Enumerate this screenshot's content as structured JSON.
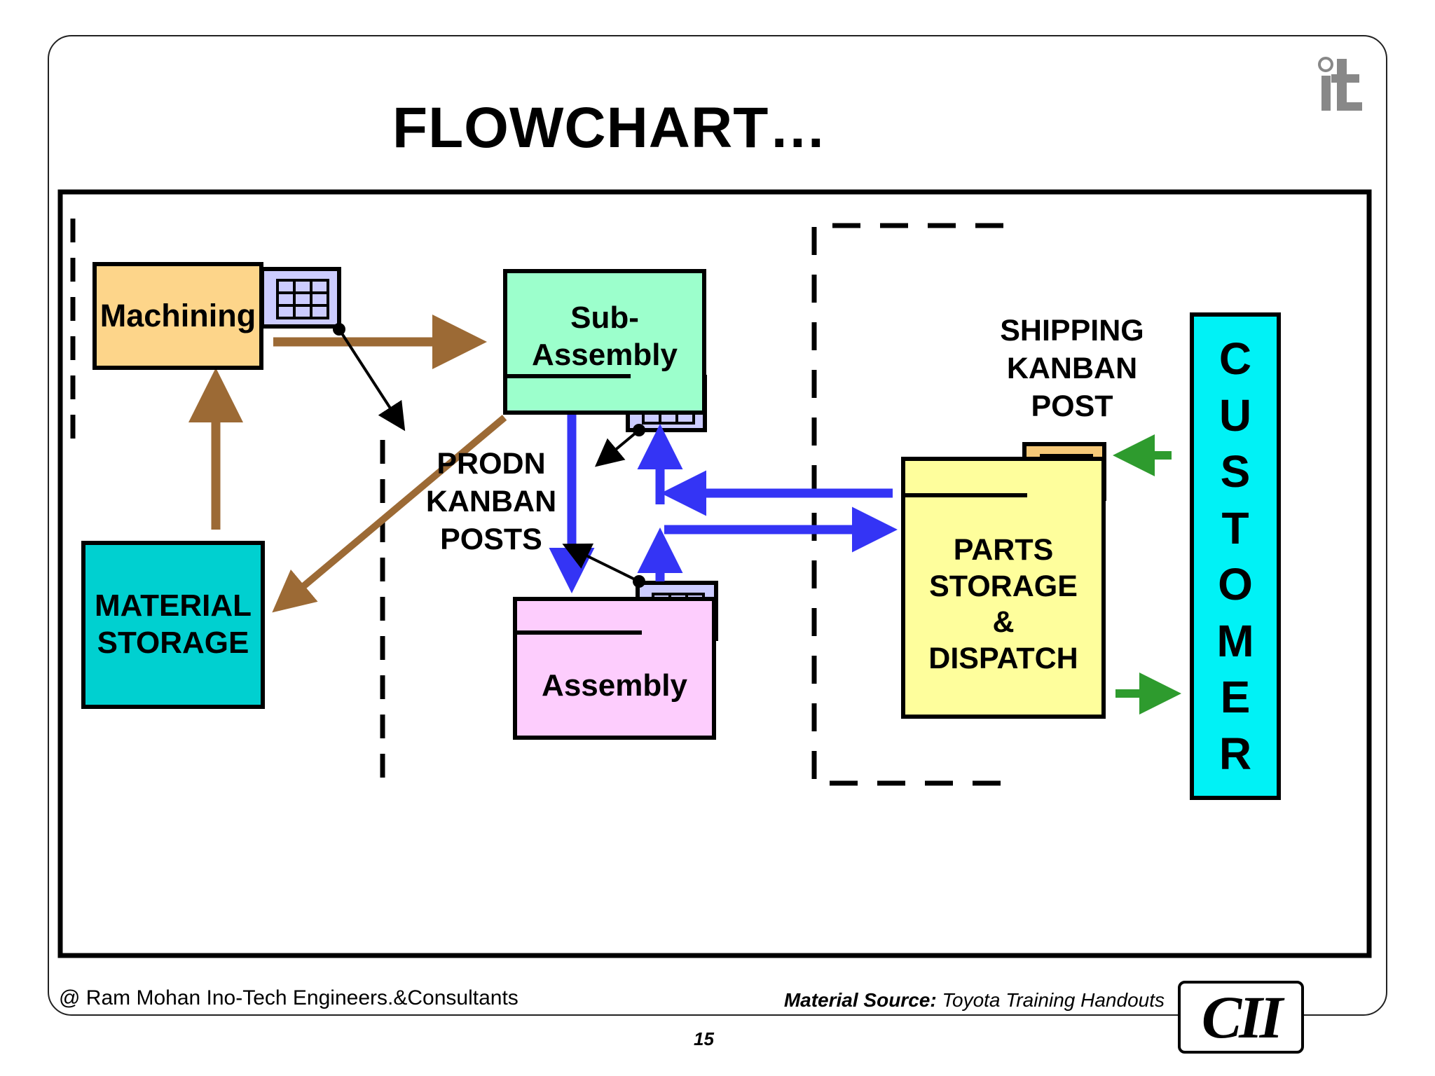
{
  "title": "FLOWCHART…",
  "nodes": {
    "machining": "Machining",
    "sub_assembly": [
      "Sub-",
      "Assembly"
    ],
    "material_storage": [
      "MATERIAL",
      "STORAGE"
    ],
    "assembly": "Assembly",
    "parts_storage": [
      "PARTS",
      "STORAGE",
      "&",
      "DISPATCH"
    ]
  },
  "labels": {
    "prodn_kanban_posts": [
      "PRODN",
      "KANBAN",
      "POSTS"
    ],
    "shipping_kanban_post": [
      "SHIPPING",
      "KANBAN",
      "POST"
    ]
  },
  "customer": [
    "C",
    "U",
    "S",
    "T",
    "O",
    "M",
    "E",
    "R"
  ],
  "footer": {
    "copyright": "@ Ram Mohan Ino-Tech Engineers.&Consultants",
    "source_label": "Material Source:",
    "source_value": "Toyota Training Handouts",
    "page_number": "15"
  },
  "logos": {
    "cii": "CII",
    "it": "it"
  },
  "colors": {
    "machining": "#fdd58a",
    "sub_assembly": "#9cffcc",
    "material_storage": "#00d0d0",
    "assembly": "#fdcdfd",
    "parts_storage": "#fefe9c",
    "customer": "#00f2f6",
    "kanban_card": "#ccccff",
    "kanban_card_shipping": "#f5c878",
    "material_arrow": "#9c6a35",
    "kanban_arrow": "#3434f5",
    "customer_arrow": "#2e9b2e"
  }
}
